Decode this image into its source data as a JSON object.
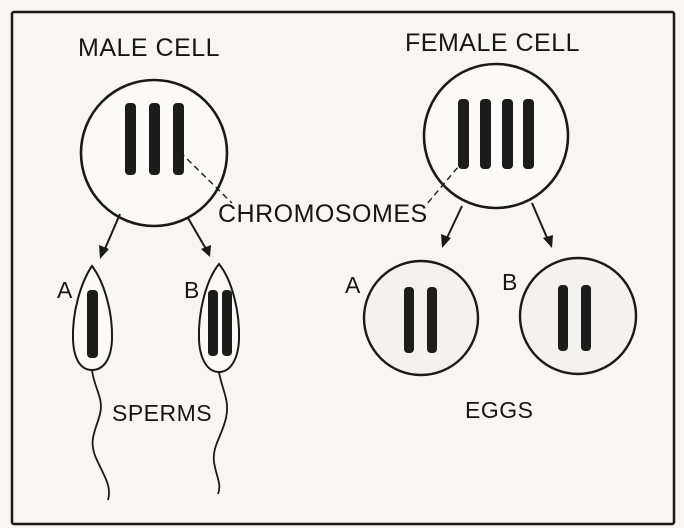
{
  "labels": {
    "male_cell": "MALE CELL",
    "female_cell": "FEMALE CELL",
    "chromosomes": "CHROMOSOMES",
    "sperm_a": "A",
    "sperm_b": "B",
    "egg_a": "A",
    "egg_b": "B",
    "sperms": "SPERMS",
    "eggs": "EGGS"
  },
  "chromosome_counts": {
    "male_cell": 3,
    "female_cell": 4,
    "sperm_a": 1,
    "sperm_b": 2,
    "egg_a": 2,
    "egg_b": 2
  }
}
